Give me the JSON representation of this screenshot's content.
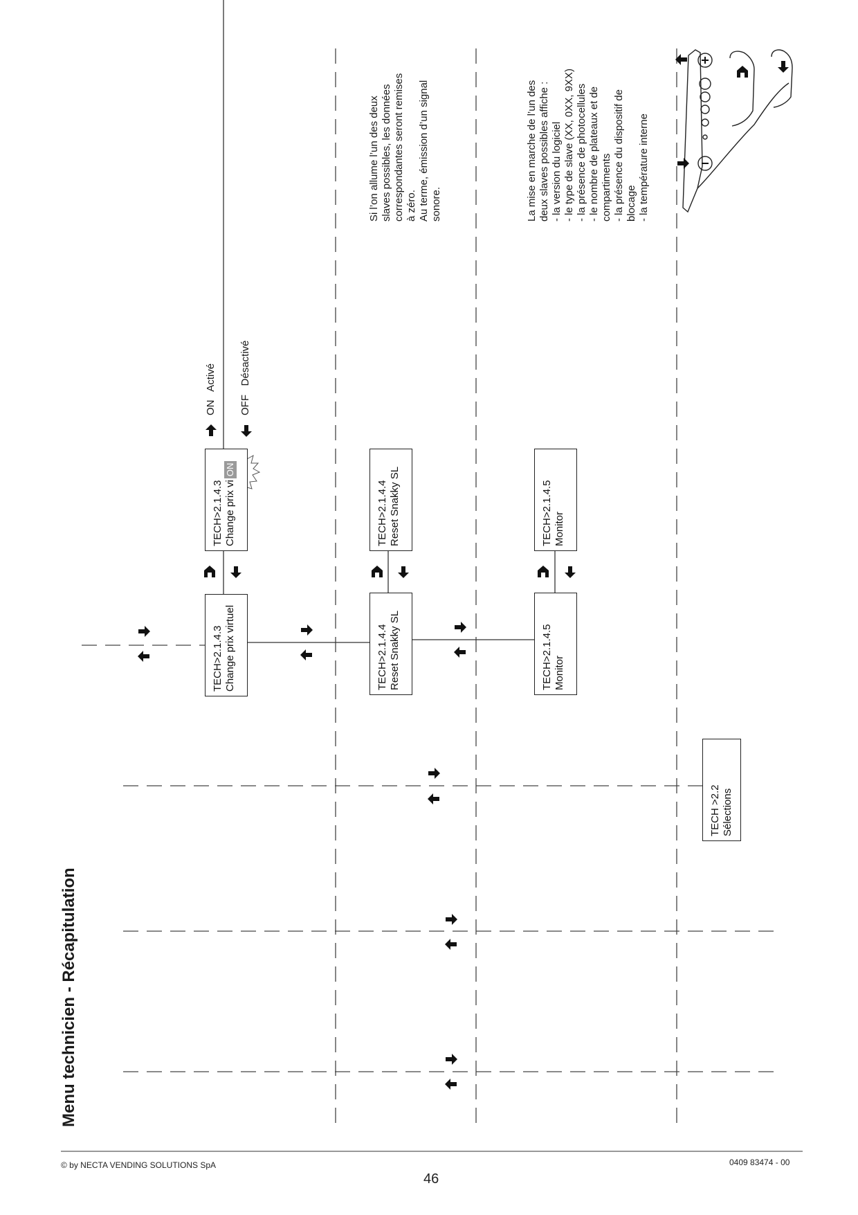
{
  "title": "Menu technicien - Récapitulation",
  "boxes": {
    "change_prix": {
      "line1": "TECH>2.1.4.3",
      "line2": "Change prix virtuel"
    },
    "change_prix_edit": {
      "line1": "TECH>2.1.4.3",
      "line2": "Change prix vi",
      "badge": "ON"
    },
    "reset": {
      "line1": "TECH>2.1.4.4",
      "line2": "Reset Snakky SL"
    },
    "reset_edit": {
      "line1": "TECH>2.1.4.4",
      "line2": "Reset Snakky SL"
    },
    "monitor": {
      "line1": "TECH>2.1.4.5",
      "line2": "Monitor"
    },
    "monitor_edit": {
      "line1": "TECH>2.1.4.5",
      "line2": "Monitor"
    },
    "selections": {
      "line1": "TECH >2.2",
      "line2": "Sélections"
    }
  },
  "options": {
    "on": {
      "code": "ON",
      "label": "Activé"
    },
    "off": {
      "code": "OFF",
      "label": "Désactivé"
    }
  },
  "notes": {
    "reset": [
      "Si l’on allume l’un des deux",
      "slaves possibles, les données",
      "correspondantes seront remises",
      "à zéro.",
      "Au terme, émission d’un signal",
      "sonore."
    ],
    "monitor": [
      "La mise en marche de l’un des",
      "deux slaves possibles affiche :",
      "- la version du logiciel",
      "- le type de slave (XX, 0XX, 9XX)",
      "- la présence de photocellules",
      "- le nombre de plateaux et de",
      "compartiments",
      "- la présence du dispositif de",
      "blocage",
      "- la température interne"
    ]
  },
  "footer": {
    "copyright": "© by NECTA VENDING SOLUTIONS SpA",
    "page": "46",
    "doc_code": "0409 83474 - 00"
  }
}
